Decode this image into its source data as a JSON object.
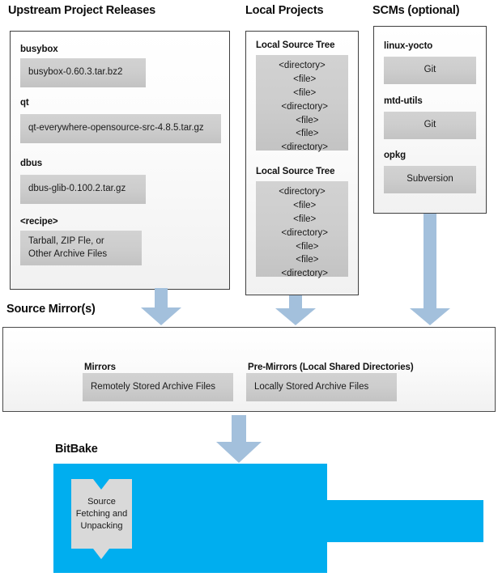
{
  "diagram": {
    "title": "BitBake Source Fetching and Unpacking",
    "colors": {
      "bitbake_blue": "#00AEEF",
      "arrow_blue": "#A3C0DC",
      "grey_box": "#CCCCCC",
      "panel_border": "#3F3F3F",
      "text": "#111111"
    }
  },
  "sections": {
    "upstream": {
      "heading": "Upstream Project Releases",
      "items": [
        {
          "label": "busybox",
          "value": "busybox-0.60.3.tar.bz2"
        },
        {
          "label": "qt",
          "value": "qt-everywhere-opensource-src-4.8.5.tar.gz"
        },
        {
          "label": "dbus",
          "value": "dbus-glib-0.100.2.tar.gz"
        },
        {
          "label": "<recipe>",
          "value": "Tarball, ZIP Fle, or\nOther Archive Files"
        }
      ]
    },
    "local_projects": {
      "heading": "Local Projects",
      "trees": [
        {
          "label": "Local Source Tree",
          "nodes": [
            "<directory>",
            "  <file>",
            "  <file>",
            "  <directory>",
            "    <file>",
            "    <file>",
            "  <directory>"
          ]
        },
        {
          "label": "Local Source Tree",
          "nodes": [
            "<directory>",
            "  <file>",
            "  <file>",
            "  <directory>",
            "    <file>",
            "    <file>",
            "  <directory>"
          ]
        }
      ]
    },
    "scms": {
      "heading": "SCMs (optional)",
      "items": [
        {
          "label": "linux-yocto",
          "value": "Git"
        },
        {
          "label": "mtd-utils",
          "value": "Git"
        },
        {
          "label": "opkg",
          "value": "Subversion"
        }
      ]
    },
    "source_mirrors": {
      "heading": "Source Mirror(s)",
      "items": [
        {
          "label": "Mirrors",
          "value": "Remotely Stored Archive Files"
        },
        {
          "label": "Pre-Mirrors (Local Shared Directories)",
          "value": "Locally Stored Archive Files"
        }
      ]
    },
    "bitbake": {
      "heading": "BitBake",
      "task": "Source\nFetching and\nUnpacking"
    }
  },
  "arrows": [
    {
      "name": "upstream-to-mirrors"
    },
    {
      "name": "local-projects-to-mirrors"
    },
    {
      "name": "scms-to-mirrors"
    },
    {
      "name": "mirrors-to-bitbake"
    }
  ]
}
